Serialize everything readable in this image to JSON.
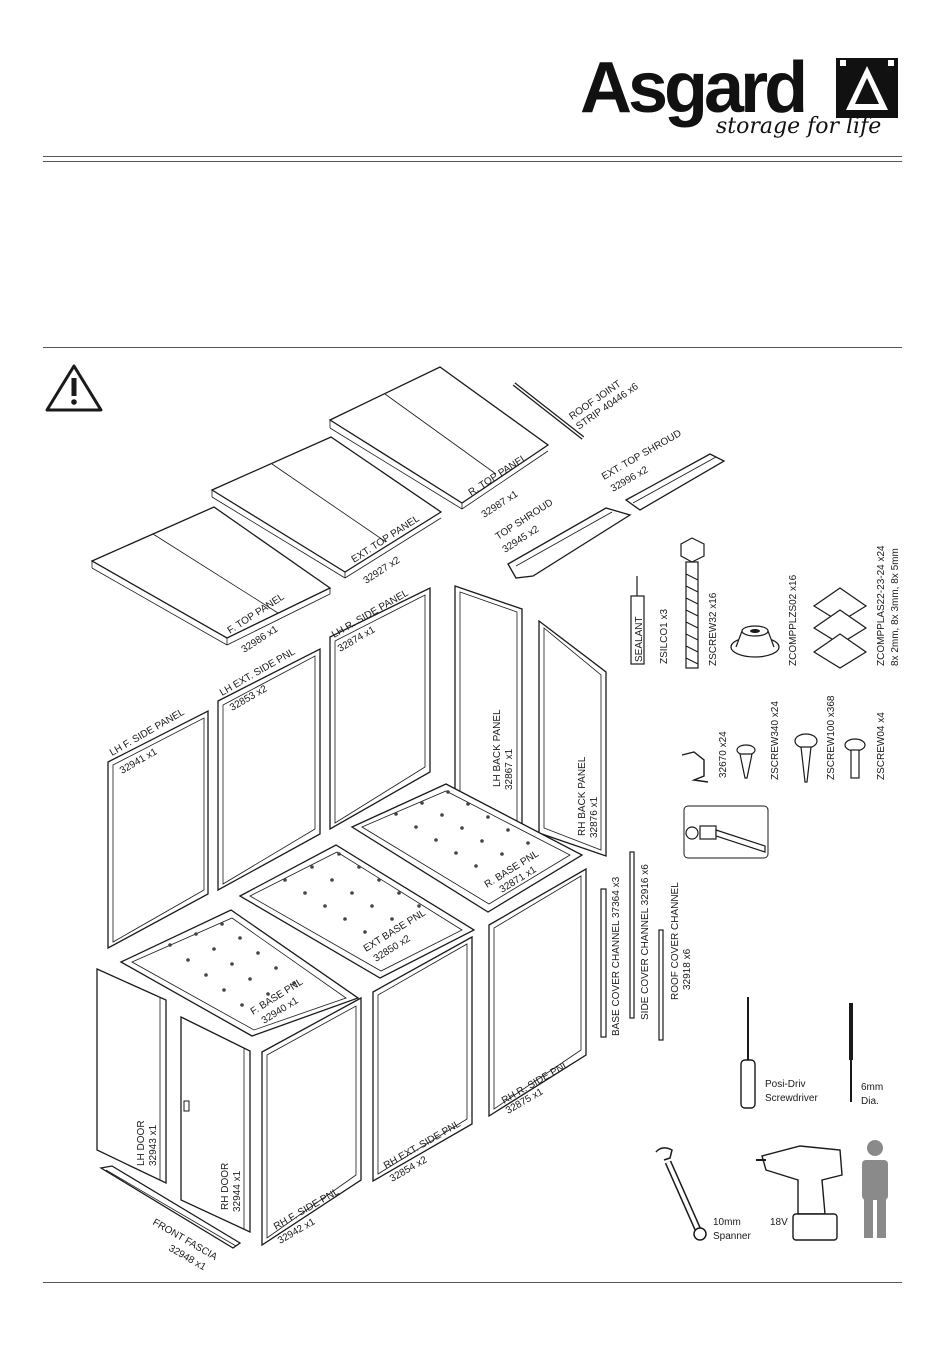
{
  "brand": {
    "name": "Asgard",
    "tagline": "storage for life",
    "registered": "®"
  },
  "labels": {
    "roof_joint": "ROOF JOINT",
    "roof_joint_code": "STRIP 40446 x6",
    "ext_top_shroud": "EXT. TOP SHROUD",
    "ext_top_shroud_code": "32996 x2",
    "r_top_panel": "R. TOP PANEL",
    "r_top_panel_code": "32987 x1",
    "top_shroud": "TOP SHROUD",
    "top_shroud_code": "32945 x2",
    "ext_top_panel": "EXT. TOP PANEL",
    "ext_top_panel_code": "32927 x2",
    "f_top_panel": "F. TOP PANEL",
    "f_top_panel_code": "32986 x1",
    "lh_r_side": "LH R. SIDE PANEL",
    "lh_r_side_code": "32874 x1",
    "lh_ext_side": "LH EXT. SIDE PNL",
    "lh_ext_side_code": "32853 x2",
    "lh_f_side": "LH F. SIDE PANEL",
    "lh_f_side_code": "32941 x1",
    "lh_back": "LH BACK PANEL",
    "lh_back_code": "32867 x1",
    "rh_back": "RH BACK PANEL",
    "rh_back_code": "32876 x1",
    "r_base": "R. BASE PNL",
    "r_base_code": "32871 x1",
    "ext_base": "EXT BASE PNL",
    "ext_base_code": "32850 x2",
    "f_base": "F. BASE PNL",
    "f_base_code": "32940 x1",
    "lh_door": "LH DOOR",
    "lh_door_code": "32943 x1",
    "rh_door": "RH DOOR",
    "rh_door_code": "32944 x1",
    "front_fascia": "FRONT FASCIA",
    "front_fascia_code": "32948 x1",
    "rh_f_side": "RH F. SIDE PNL",
    "rh_f_side_code": "32942 x1",
    "rh_ext_side": "RH EXT. SIDE PNL",
    "rh_ext_side_code": "32854 x2",
    "rh_r_side": "RH R. SIDE PNL",
    "rh_r_side_code": "32875 x1",
    "base_cover": "BASE COVER CHANNEL 37364 x3",
    "side_cover": "SIDE COVER CHANNEL 32916 x6",
    "roof_cover": "ROOF COVER CHANNEL",
    "roof_cover_code": "32918 x6",
    "sealant": "SEALANT",
    "zsilco": "ZSILCO1 x3",
    "zscrew32": "ZSCREW32  x16",
    "zcompplzs02": "ZCOMPPLZS02  x16",
    "zcomppla": "ZCOMPPLAS22-23-24  x24",
    "zcomppla_sizes": "8x  2mm, 8x 3mm, 8x 5mm",
    "clip": "32670  x24",
    "zscrew340": "ZSCREW340  x24",
    "zscrew100": "ZSCREW100  x368",
    "zscrew04": "ZSCREW04  x4",
    "screwdriver_1": "Posi-Driv",
    "screwdriver_2": "Screwdriver",
    "drill_bit_1": "6mm",
    "drill_bit_2": "Dia.",
    "spanner_1": "10mm",
    "spanner_2": "Spanner",
    "drill": "18V"
  },
  "colors": {
    "ink": "#1a1a1a",
    "rule": "#555555",
    "figure": "#8a8a8a"
  },
  "icons": {
    "warning": "warning-triangle-icon"
  }
}
